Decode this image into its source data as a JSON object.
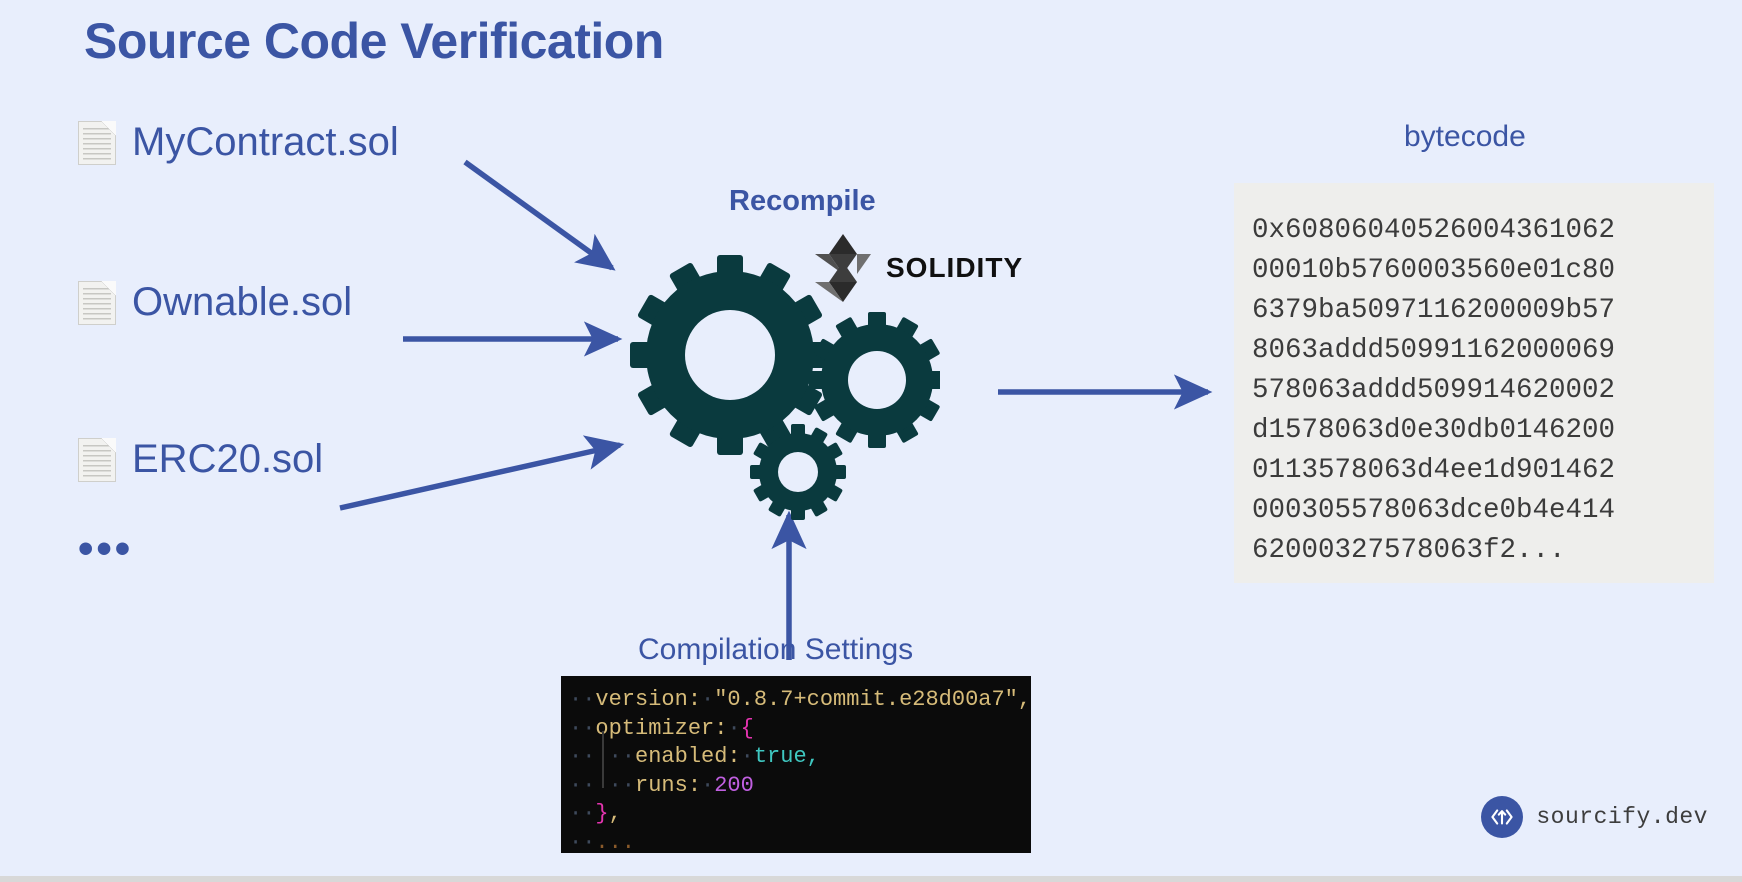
{
  "slide": {
    "title": "Source Code Verification",
    "background_color": "#e8eefc",
    "accent_color": "#3b55a4",
    "gear_color": "#0a3a3e"
  },
  "sources": {
    "files": [
      {
        "name": "MyContract.sol",
        "icon": "page-icon"
      },
      {
        "name": "Ownable.sol",
        "icon": "page-icon"
      },
      {
        "name": "ERC20.sol",
        "icon": "page-icon"
      }
    ],
    "ellipsis": "•••"
  },
  "compiler": {
    "recompile_label": "Recompile",
    "solidity_wordmark": "SOLIDITY",
    "logo_icon": "solidity-logo-icon",
    "gears_icon": "gears-icon"
  },
  "bytecode": {
    "label": "bytecode",
    "lines": [
      "0x60806040526004361062",
      "00010b5760003560e01c80",
      "6379ba5097116200009b57",
      "8063addd50991162000069",
      "578063addd509914620002",
      "d1578063d0e30db0146200",
      "0113578063d4ee1d901462",
      "000305578063dce0b4e414",
      "62000327578063f2..."
    ],
    "panel_color": "#eeeeec"
  },
  "compilation_settings": {
    "label": "Compilation Settings",
    "code_lines": [
      {
        "indent": "··",
        "tokens": [
          {
            "text": "version:",
            "type": "key"
          },
          {
            "text": "·",
            "type": "ws"
          },
          {
            "text": "\"0.8.7+commit.e28d00a7\",",
            "type": "str"
          }
        ]
      },
      {
        "indent": "··",
        "tokens": [
          {
            "text": "optimizer:",
            "type": "key"
          },
          {
            "text": "·",
            "type": "ws"
          },
          {
            "text": "{",
            "type": "brace"
          }
        ]
      },
      {
        "indent": "··|··",
        "tokens": [
          {
            "text": "enabled:",
            "type": "key"
          },
          {
            "text": "·",
            "type": "ws"
          },
          {
            "text": "true,",
            "type": "bool"
          }
        ]
      },
      {
        "indent": "··|··",
        "tokens": [
          {
            "text": "runs:",
            "type": "key"
          },
          {
            "text": "·",
            "type": "ws"
          },
          {
            "text": "200",
            "type": "num"
          }
        ]
      },
      {
        "indent": "··",
        "tokens": [
          {
            "text": "}",
            "type": "brace"
          },
          {
            "text": ",",
            "type": "key"
          }
        ]
      },
      {
        "indent": "··",
        "tokens": [
          {
            "text": "...",
            "type": "dots"
          }
        ]
      }
    ],
    "background_color": "#0b0b0b"
  },
  "branding": {
    "name": "sourcify.dev",
    "logo_icon": "sourcify-logo-icon",
    "logo_color": "#3b55a4"
  },
  "arrows": [
    {
      "name": "arrow-mycontract-to-gears"
    },
    {
      "name": "arrow-ownable-to-gears"
    },
    {
      "name": "arrow-erc20-to-gears"
    },
    {
      "name": "arrow-gears-to-bytecode"
    },
    {
      "name": "arrow-settings-to-gears"
    }
  ]
}
